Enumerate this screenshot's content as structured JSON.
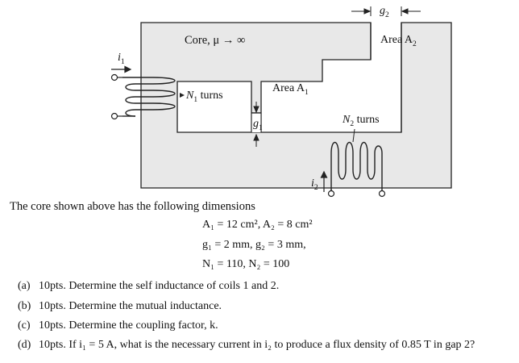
{
  "figure": {
    "core_label": "Core, μ → ∞",
    "area_a2_label": "Area A",
    "area_a2_sub": "2",
    "area_a1_label": "Area A",
    "area_a1_sub": "1",
    "n1_label": "N",
    "n1_sub": "1",
    "n1_rest": " turns",
    "n2_label": "N",
    "n2_sub": "2",
    "n2_rest": " turns",
    "g1_label": "g",
    "g1_sub": "1",
    "g2_label": "g",
    "g2_sub": "2",
    "i1_label": "i",
    "i1_sub": "1",
    "i2_label": "i",
    "i2_sub": "2"
  },
  "text": {
    "intro": "The core shown above has the following dimensions",
    "eq1": "A₁ = 12 cm², A₂ = 8 cm²",
    "eq2": "g₁ = 2 mm, g₂ = 3 mm,",
    "eq3": "N₁ = 110, N₂ = 100"
  },
  "questions": [
    {
      "label": "(a)",
      "text": "10pts. Determine the self inductance of coils 1 and 2."
    },
    {
      "label": "(b)",
      "text": "10pts. Determine the mutual inductance."
    },
    {
      "label": "(c)",
      "text": "10pts. Determine the coupling factor, k."
    },
    {
      "label": "(d)",
      "text": "10pts. If i₁ = 5 A, what is the necessary current in i₂ to produce a flux density of 0.85 T in gap 2?"
    }
  ]
}
